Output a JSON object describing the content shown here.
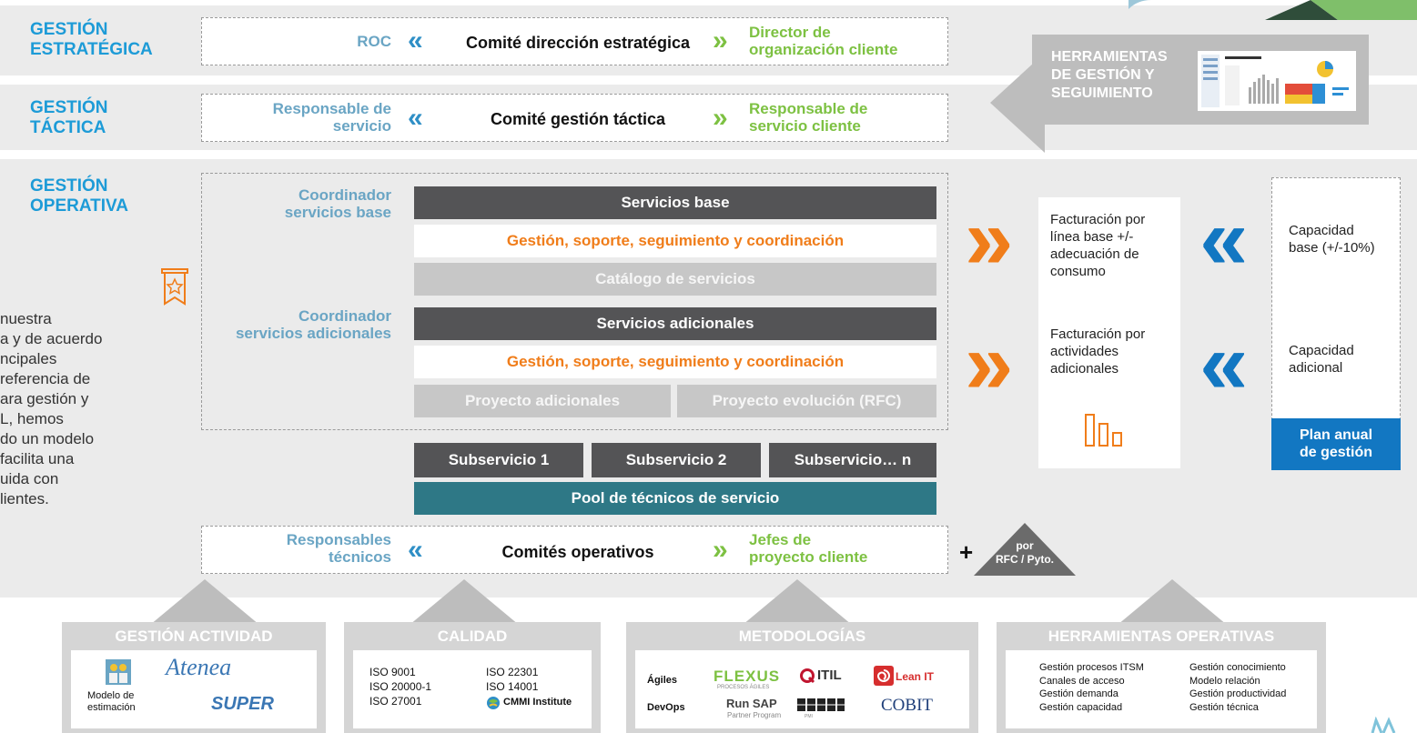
{
  "levels": {
    "estrategica": "GESTIÓN\nESTRATÉGICA",
    "tactica": "GESTIÓN\nTÁCTICA",
    "operativa": "GESTIÓN\nOPERATIVA"
  },
  "strategic": {
    "left": "ROC",
    "center": "Comité dirección estratégica",
    "right": "Director de\norganización cliente"
  },
  "tactical": {
    "left": "Responsable de\nservicio",
    "center": "Comité gestión táctica",
    "right": "Responsable de\nservicio cliente"
  },
  "operational": {
    "coord_base": "Coordinador\nservicios base",
    "coord_adic": "Coordinador\nservicios adicionales",
    "servicios_base": "Servicios base",
    "gestion_1": "Gestión, soporte, seguimiento y coordinación",
    "catalogo": "Catálogo de servicios",
    "servicios_adicionales": "Servicios adicionales",
    "gestion_2": "Gestión, soporte, seguimiento y coordinación",
    "proyecto_adicionales": "Proyecto adicionales",
    "proyecto_evolucion": "Proyecto evolución (RFC)",
    "subservicio_1": "Subservicio 1",
    "subservicio_2": "Subservicio 2",
    "subservicio_n": "Subservicio… n",
    "pool": "Pool de técnicos de servicio"
  },
  "operational_committee": {
    "left": "Responsables\ntécnicos",
    "center": "Comités operativos",
    "right": "Jefes de\nproyecto cliente",
    "plus": "+",
    "triangle": "por\nRFC / Pyto."
  },
  "herramientas_gestion": "HERRAMIENTAS\nDE GESTIÓN Y\nSEGUIMIENTO",
  "facturacion": {
    "base": "Facturación por\nlínea base +/-\nadecuación de\nconsumo",
    "adicional": "Facturación por\nactividades\nadicionales"
  },
  "capacidad": {
    "base": "Capacidad\nbase (+/-10%)",
    "adicional": "Capacidad\nadicional",
    "plan": "Plan anual\nde gestión"
  },
  "side_text": "nuestra\na y de acuerdo\nncipales\nreferencia de\nara gestión y\nL, hemos\ndo un modelo\nfacilita una\nuida con\nlientes.",
  "bottom": {
    "actividad": {
      "title": "GESTIÓN ACTIVIDAD",
      "modelo": "Modelo de\nestimación",
      "atenea": "Atenea",
      "super": "SUPER"
    },
    "calidad": {
      "title": "CALIDAD",
      "col1": "ISO 9001\nISO 20000-1\nISO 27001",
      "col2": "ISO 22301\nISO 14001",
      "cmmi": "CMMI Institute"
    },
    "metodologias": {
      "title": "METODOLOGÍAS",
      "agiles": "Ágiles",
      "devops": "DevOps",
      "flexus": "FLEXUS",
      "flexus_sub": "PROCESOS ÁGILES",
      "runsap": "Run SAP",
      "runsap_sub": "Partner Program",
      "itil": "ITIL",
      "leanit": "Lean IT",
      "pmi": "PMI",
      "cobit": "COBIT"
    },
    "herramientas": {
      "title": "HERRAMIENTAS OPERATIVAS",
      "col1": "Gestión procesos ITSM\nCanales de acceso\nGestión demanda\nGestión capacidad",
      "col2": "Gestión conocimiento\nModelo relación\nGestión productividad\nGestión técnica"
    }
  },
  "colors": {
    "accent_blue": "#1d9bd7",
    "green": "#7dc142",
    "orange": "#f07d1a",
    "teal": "#2e7886",
    "dark": "#545456",
    "plan_blue": "#1277c2"
  }
}
